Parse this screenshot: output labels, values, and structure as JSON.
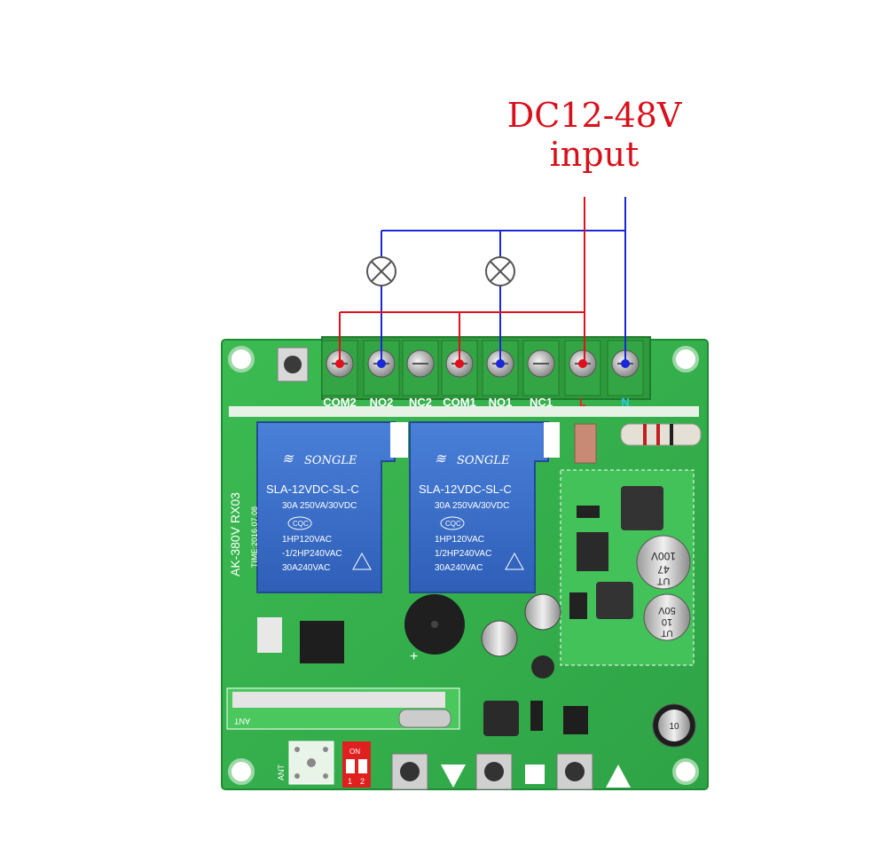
{
  "diagram": {
    "title_line1": "DC12-48V",
    "title_line2": "input",
    "terminals": [
      {
        "id": "com2",
        "label": "COM2",
        "color": "#ffffff",
        "dot": "red"
      },
      {
        "id": "no2",
        "label": "NO2",
        "color": "#ffffff",
        "dot": "blue"
      },
      {
        "id": "nc2",
        "label": "NC2",
        "color": "#ffffff",
        "dot": "none"
      },
      {
        "id": "com1",
        "label": "COM1",
        "color": "#ffffff",
        "dot": "red"
      },
      {
        "id": "no1",
        "label": "NO1",
        "color": "#ffffff",
        "dot": "blue"
      },
      {
        "id": "nc1",
        "label": "NC1",
        "color": "#ffffff",
        "dot": "none"
      },
      {
        "id": "l",
        "label": "L",
        "color": "#e8202a",
        "dot": "red"
      },
      {
        "id": "n",
        "label": "N",
        "color": "#2ec8e8",
        "dot": "blue"
      }
    ],
    "wire_colors": {
      "live": "#e0101c",
      "neutral": "#1a28d8"
    },
    "relays": [
      {
        "brand": "SONGLE",
        "model": "SLA-12VDC-SL-C",
        "rating": "30A 250VA/30VDC",
        "cert": "CQC",
        "hp1": "1HP120VAC",
        "hp2": "-1/2HP240VAC",
        "amp": "30A240VAC"
      },
      {
        "brand": "SONGLE",
        "model": "SLA-12VDC-SL-C",
        "rating": "30A 250VA/30VDC",
        "cert": "CQC",
        "hp1": "1HP120VAC",
        "hp2": "1/2HP240VAC",
        "amp": "30A240VAC"
      }
    ],
    "board_text": {
      "model": "AK-380V  RX03",
      "time": "TIME:2016.07.08",
      "ant_top": "ANT",
      "ant_bottom": "ANT",
      "dip_on": "ON",
      "dip_1": "1",
      "dip_2": "2",
      "cap1_a": "47",
      "cap1_b": "100V",
      "cap1_c": "UT",
      "cap2_a": "10",
      "cap2_b": "50V",
      "cap2_c": "UT",
      "cap3": "10",
      "plus_mark": "+"
    },
    "colors": {
      "pcb": "#35b24a",
      "pcb_dark": "#1f8a34",
      "relay": "#3a6ec8",
      "terminal": "#2f9a3c"
    }
  }
}
